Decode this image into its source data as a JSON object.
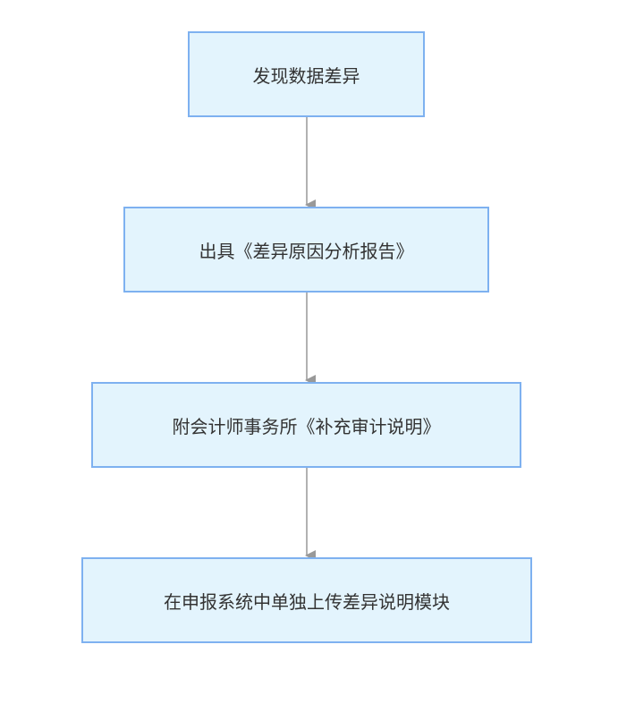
{
  "diagram": {
    "type": "flowchart",
    "direction": "top-to-bottom",
    "colors": {
      "node_fill": "#e3f4fd",
      "node_border": "#7eb1f0",
      "edge": "#999999",
      "text": "#333333"
    },
    "nodes": [
      {
        "id": "n1",
        "label": "发现数据差异"
      },
      {
        "id": "n2",
        "label": "出具《差异原因分析报告》"
      },
      {
        "id": "n3",
        "label": "附会计师事务所《补充审计说明》"
      },
      {
        "id": "n4",
        "label": "在申报系统中单独上传差异说明模块"
      }
    ],
    "edges": [
      {
        "from": "n1",
        "to": "n2"
      },
      {
        "from": "n2",
        "to": "n3"
      },
      {
        "from": "n3",
        "to": "n4"
      }
    ]
  }
}
